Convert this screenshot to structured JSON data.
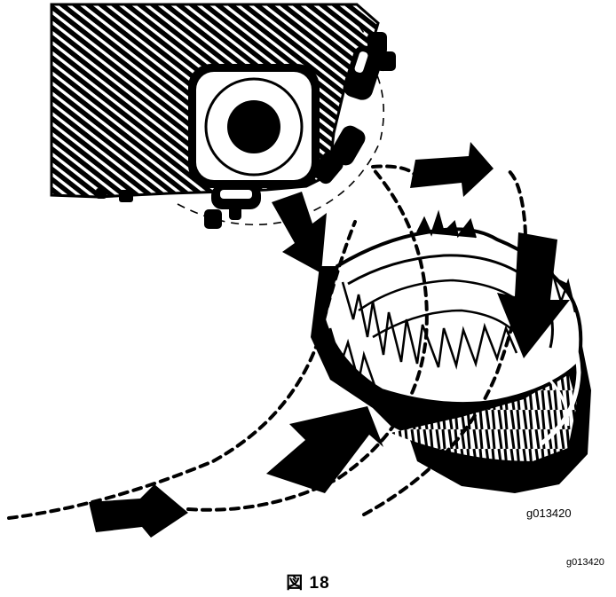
{
  "figure": {
    "inner_code": "g013420",
    "outer_code": "g013420",
    "caption": "図 18"
  },
  "icons": [
    "stump-grinder-cutter-wheel-icon",
    "tree-stump-icon",
    "direction-arrow-icon"
  ],
  "colors": {
    "ink": "#000000",
    "paper": "#ffffff"
  }
}
